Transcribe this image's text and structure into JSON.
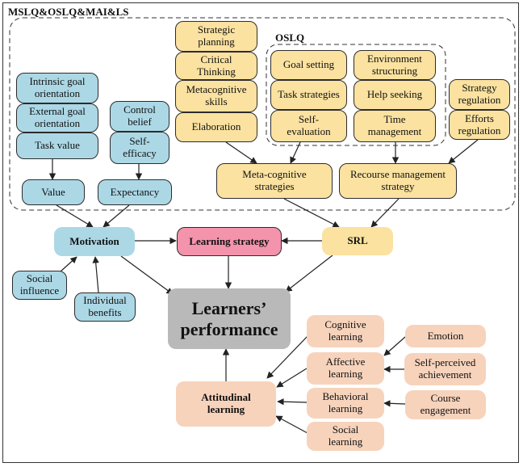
{
  "labels": {
    "outer": "MSLQ&OSLQ&MAI&LS",
    "oslq": "OSLQ"
  },
  "motivation_inputs": {
    "intrinsic": "Intrinsic goal\norientation",
    "external": "External goal\norientation",
    "task_value": "Task value",
    "control_belief": "Control\nbelief",
    "self_efficacy": "Self-\nefficacy",
    "value": "Value",
    "expectancy": "Expectancy"
  },
  "cognitive": {
    "strategic_planning": "Strategic\nplanning",
    "critical_thinking": "Critical\nThinking",
    "metacognitive_skills": "Metacognitive\nskills",
    "elaboration": "Elaboration",
    "goal_setting": "Goal setting",
    "task_strategies": "Task strategies",
    "self_evaluation": "Self-\nevaluation",
    "environment": "Environment\nstructuring",
    "help_seeking": "Help seeking",
    "time_management": "Time\nmanagement",
    "strategy_regulation": "Strategy\nregulation",
    "efforts_regulation": "Efforts\nregulation",
    "meta_cognitive": "Meta-cognitive\nstrategies",
    "resource_management": "Recourse management\nstrategy"
  },
  "core": {
    "motivation": "Motivation",
    "learning_strategy": "Learning strategy",
    "srl": "SRL",
    "social_influence": "Social\ninfluence",
    "individual_benefits": "Individual\nbenefits",
    "performance": "Learners’\nperformance"
  },
  "attitudinal": {
    "attitudinal_learning": "Attitudinal\nlearning",
    "cognitive_learning": "Cognitive\nlearning",
    "affective_learning": "Affective\nlearning",
    "behavioral_learning": "Behavioral\nlearning",
    "social_learning": "Social\nlearning",
    "emotion": "Emotion",
    "self_perceived": "Self-perceived\nachievement",
    "course_engagement": "Course\nengagement"
  },
  "colors": {
    "motivation_blue": "#acd8e6",
    "strategy_yellow": "#fbe2a0",
    "learning_strategy_pink": "#f493ac",
    "attitudinal_peach": "#f7d3bc",
    "performance_gray": "#b9b9b9"
  }
}
